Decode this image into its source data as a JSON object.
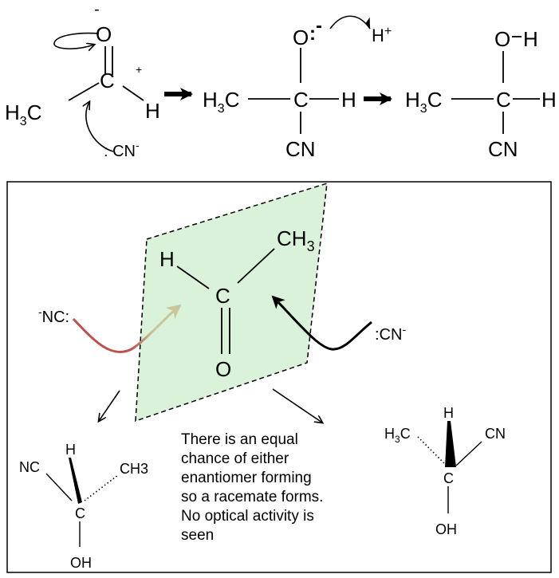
{
  "mechanism": {
    "reactant": {
      "o_charge": "-",
      "oxygen": "O",
      "carbon": "C",
      "c_charge": "+",
      "methyl_h": "H",
      "methyl_sub": "3",
      "methyl_c": "C",
      "hydrogen": "H",
      "nucleophile": ": CN",
      "nucleophile_charge": "-"
    },
    "intermediate": {
      "oxygen": "O",
      "lone_pair": ":",
      "charge": "-",
      "carbon": "C",
      "methyl_h": "H",
      "methyl_sub": "3",
      "methyl_c": "C",
      "hydrogen": "H",
      "cyano": "CN",
      "proton": "H",
      "proton_charge": "+"
    },
    "product": {
      "oxygen": "O",
      "oh_h": "H",
      "carbon": "C",
      "methyl_h": "H",
      "methyl_sub": "3",
      "methyl_c": "C",
      "hydrogen": "H",
      "cyano": "CN"
    }
  },
  "stereo_box": {
    "planar": {
      "hydrogen": "H",
      "methyl": "CH",
      "methyl_sub": "3",
      "carbon": "C",
      "oxygen": "O"
    },
    "left_nucleophile": {
      "charge": "-",
      "text": "NC:"
    },
    "right_nucleophile": {
      "text": ":CN",
      "charge": "-"
    },
    "left_enantiomer": {
      "h": "H",
      "nc": "NC",
      "ch3": "CH3",
      "c": "C",
      "oh": "OH"
    },
    "right_enantiomer": {
      "h": "H",
      "h3c_h": "H",
      "h3c_sub": "3",
      "h3c_c": "C",
      "cn": "CN",
      "c": "C",
      "oh": "OH"
    },
    "note": {
      "lines": [
        "There is an equal",
        "chance of either",
        "enantiomer forming",
        "so a racemate forms.",
        "No optical activity is",
        "seen"
      ]
    }
  },
  "colors": {
    "plane_fill": "#d9f2d9",
    "left_arrow_start": "#c0504d",
    "left_arrow_end": "#c7c79a",
    "line": "#000000"
  }
}
